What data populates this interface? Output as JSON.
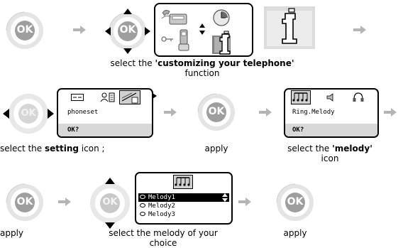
{
  "colors": {
    "ring": "#e4e4e4",
    "ok_center": "#9e9e9e",
    "ok_dim": "#d6d6d6",
    "arrow": "#b4b4b4",
    "lcd_gray": "#d8d8d8"
  },
  "ok_label": "OK",
  "row1": {
    "caption_pre": "select the ",
    "caption_bold": "'customizing your telephone'",
    "caption_line2": "function"
  },
  "row2": {
    "step1": {
      "caption_pre": "select the ",
      "caption_bold": "setting",
      "caption_post": " icon ;",
      "screen_title": "phoneset",
      "screen_ok": "OK?"
    },
    "step2": {
      "caption": "apply"
    },
    "step3": {
      "caption_pre": "select the ",
      "caption_bold": "'melody'",
      "caption_line2": "icon",
      "screen_title": "Ring.Melody",
      "screen_ok": "OK?"
    }
  },
  "row3": {
    "step1": {
      "caption": "apply"
    },
    "step2": {
      "caption_line1": "select the melody of your",
      "caption_line2": "choice",
      "menu": [
        {
          "label": "Melody1",
          "selected": true
        },
        {
          "label": "Melody2",
          "selected": false
        },
        {
          "label": "Melody3",
          "selected": false
        }
      ]
    },
    "step3": {
      "caption": "apply"
    }
  }
}
